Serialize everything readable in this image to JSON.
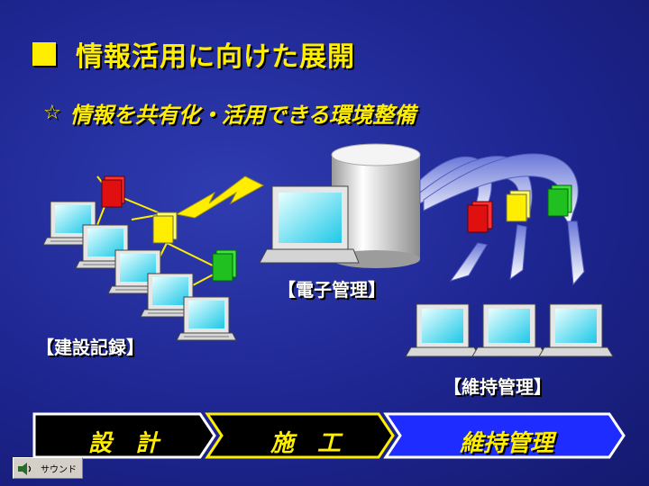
{
  "title": "情報活用に向けた展開",
  "subtitle": "情報を共有化・活用できる環境整備",
  "subtitle_bullet": "☆",
  "labels": {
    "electronic_management": "【電子管理】",
    "construction_records": "【建設記録】",
    "maintenance_management": "【維持管理】"
  },
  "phases": [
    {
      "label": "設　計",
      "fill": "#000000",
      "border": "#ffffff"
    },
    {
      "label": "施　工",
      "fill": "#000000",
      "border": "#ffee00"
    },
    {
      "label": "維持管理",
      "fill": "#1e2cff",
      "border": "#ffffff"
    }
  ],
  "sound_button": {
    "label": "サウンド"
  },
  "colors": {
    "accent": "#ffee00",
    "background": "#1d2590",
    "folder_red": "#e01010",
    "folder_yellow": "#ffee00",
    "folder_green": "#20c020"
  }
}
